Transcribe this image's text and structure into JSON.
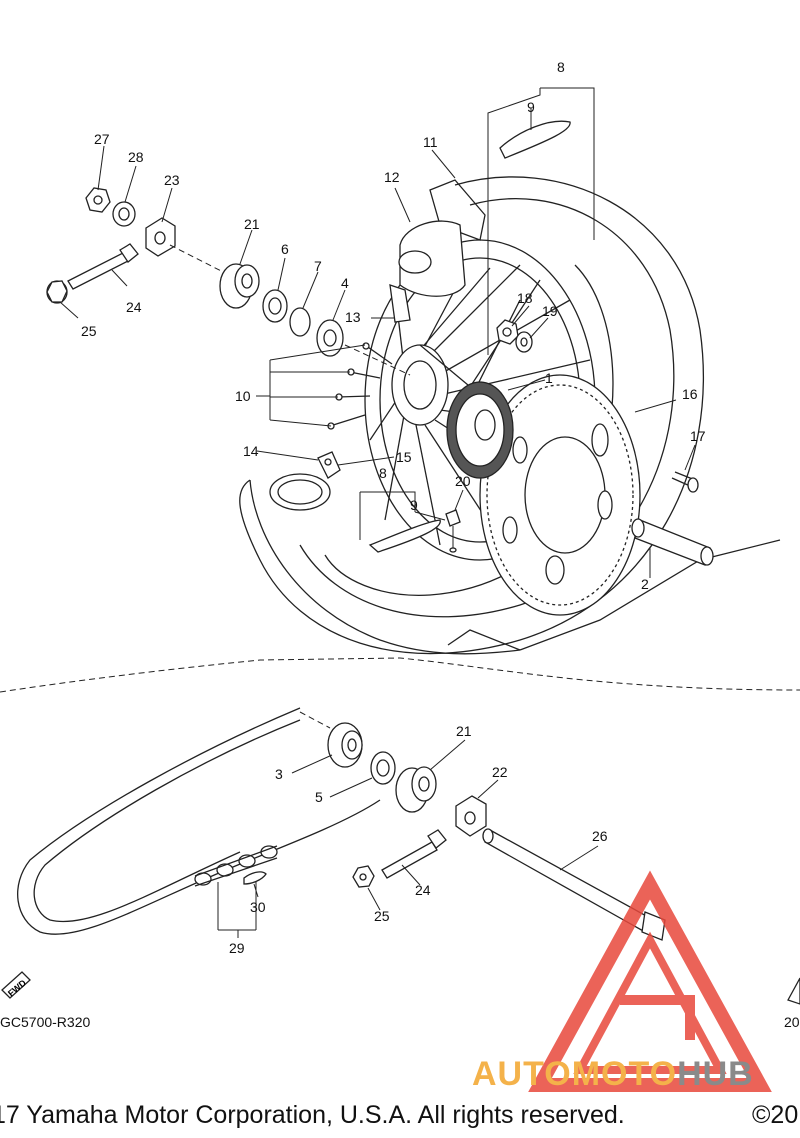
{
  "diagram": {
    "code_left": "GC5700-R320",
    "code_right": "20",
    "fwd_label": "FWD",
    "callouts": {
      "c1": "1",
      "c2": "2",
      "c4": "4",
      "c6": "6",
      "c7": "7",
      "c8_top": "8",
      "c8_low": "8",
      "c9_top": "9",
      "c9_low": "9",
      "c10": "10",
      "c11": "11",
      "c12": "12",
      "c13": "13",
      "c14": "14",
      "c15": "15",
      "c16": "16",
      "c17": "17",
      "c18": "18",
      "c19": "19",
      "c20": "20",
      "c21_top": "21",
      "c23": "23",
      "c24_top": "24",
      "c25_top": "25",
      "c27": "27",
      "c28": "28",
      "c3": "3",
      "c5": "5",
      "c21_low": "21",
      "c22": "22",
      "c24_low": "24",
      "c25_low": "25",
      "c26": "26",
      "c29": "29",
      "c30": "30"
    }
  },
  "footer": {
    "copyright_left": "17 Yamaha Motor Corporation, U.S.A. All rights reserved.",
    "copyright_right": "©20"
  },
  "watermark": {
    "text_colored": "AUTOMOTO",
    "text_grey": "HUB",
    "colors": {
      "triangle": "#e8483c",
      "text_orange": "#f4b24a",
      "text_grey": "#8a8a8a"
    }
  }
}
